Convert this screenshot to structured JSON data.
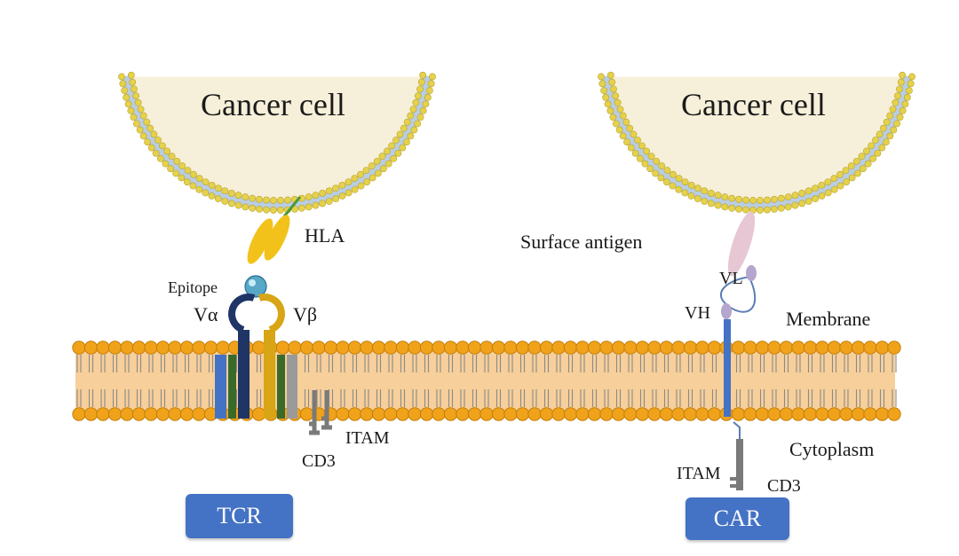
{
  "left_panel": {
    "cell_label": "Cancer cell",
    "hla_label": "HLA",
    "epitope_label": "Epitope",
    "valpha_label": "Vα",
    "vbeta_label": "Vβ",
    "itam_label": "ITAM",
    "cd3_label": "CD3",
    "receptor_label": "TCR"
  },
  "right_panel": {
    "cell_label": "Cancer cell",
    "antigen_label": "Surface antigen",
    "vl_label": "VL",
    "vh_label": "VH",
    "membrane_label": "Membrane",
    "cytoplasm_label": "Cytoplasm",
    "itam_label": "ITAM",
    "cd3_label": "CD3",
    "receptor_label": "CAR"
  },
  "colors": {
    "cell_fill": "#f6efd9",
    "bead_yellow": "#e6d24a",
    "bead_blue": "#b9cde2",
    "lipid_head": "#f0a31a",
    "membrane_body": "#f7cf9a",
    "receptor_blue": "#4472c4",
    "hla_yellow": "#f2c21a",
    "antigen_pink": "#e8c7d5",
    "scfv_purple": "#b4a6cc"
  },
  "icons": [
    "cancer-cell-bilayer",
    "hla-molecule",
    "epitope-sphere",
    "lipid-bilayer",
    "scfv-domain"
  ]
}
